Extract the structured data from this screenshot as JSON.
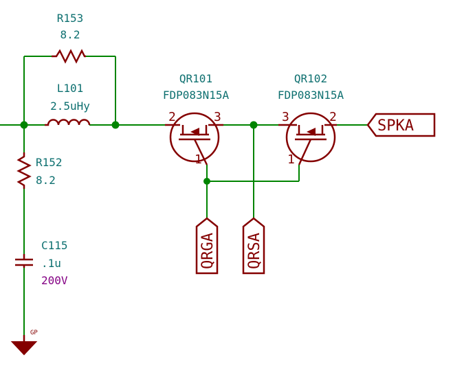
{
  "colors": {
    "wire": "#008400",
    "component": "#840000",
    "reference": "#0e7070",
    "value_special": "#840084",
    "background": "#ffffff"
  },
  "components": {
    "r153": {
      "ref": "R153",
      "value": "8.2"
    },
    "l101": {
      "ref": "L101",
      "value": "2.5uHy"
    },
    "r152": {
      "ref": "R152",
      "value": "8.2"
    },
    "c115": {
      "ref": "C115",
      "value": ".1u",
      "voltage": "200V"
    },
    "qr101": {
      "ref": "QR101",
      "value": "FDP083N15A",
      "pin_gate": "1",
      "pin_left": "2",
      "pin_right": "3"
    },
    "qr102": {
      "ref": "QR102",
      "value": "FDP083N15A",
      "pin_gate": "1",
      "pin_left": "3",
      "pin_right": "2"
    }
  },
  "labels": {
    "spka": "SPKA",
    "qrga": "QRGA",
    "qrsa": "QRSA",
    "ground": "GP"
  }
}
